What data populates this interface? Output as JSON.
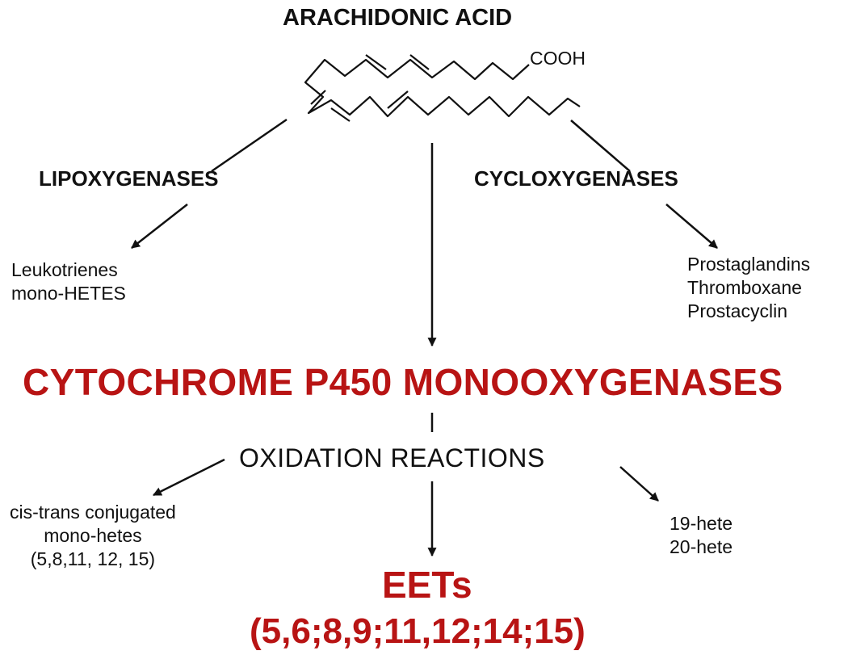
{
  "colors": {
    "text": "#111111",
    "accent": "#b81414"
  },
  "title": "ARACHIDONIC ACID",
  "molecule": {
    "group_label": "COOH"
  },
  "branches": {
    "lipoxygenases": {
      "label": "LIPOXYGENASES",
      "products": [
        "Leukotrienes",
        "mono-HETES"
      ]
    },
    "cycloxygenases": {
      "label": "CYCLOXYGENASES",
      "products": [
        "Prostaglandins",
        "Thromboxane",
        "Prostacyclin"
      ]
    },
    "cytochrome": {
      "label": "CYTOCHROME P450 MONOOXYGENASES"
    }
  },
  "oxidation": {
    "label": "OXIDATION REACTIONS",
    "left_products": [
      "cis-trans conjugated",
      "mono-hetes",
      "(5,8,11, 12, 15)"
    ],
    "right_products": [
      "19-hete",
      "20-hete"
    ],
    "main_product": {
      "label": "EETs",
      "positions": "(5,6;8,9;11,12;14;15)"
    }
  }
}
